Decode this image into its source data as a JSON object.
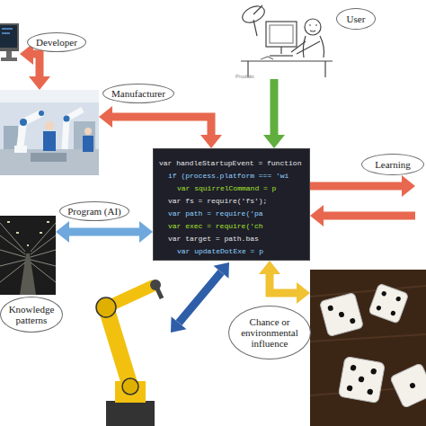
{
  "diagram": {
    "nodes": [
      {
        "text": [
          "Developer"
        ]
      },
      {
        "text": [
          "User"
        ]
      },
      {
        "text": [
          "Manufacturer"
        ]
      },
      {
        "text": [
          "var handleStartupEvent = function",
          "if (process.platform === 'wi",
          "var squirrelCommand = p",
          "var fs = require('fs');",
          "var path = require('pa",
          "var exec = require('ch",
          "var target = path.bas",
          "var updateDotExe = p"
        ]
      },
      {
        "text": [
          "Learning"
        ]
      },
      {
        "text": [
          "Knowledge patterns"
        ]
      },
      {
        "text": [
          "Chance or environmental influence"
        ]
      }
    ],
    "edges": [
      {
        "from": 0,
        "to": 2,
        "arrow": "both"
      },
      {
        "from": 3,
        "to": 2,
        "arrow": "both"
      },
      {
        "from": 1,
        "to": 3,
        "arrow": "to"
      },
      {
        "from": 3,
        "to": 4,
        "arrow": "to"
      },
      {
        "from": 4,
        "to": 3,
        "arrow": "to"
      },
      {
        "from": 5,
        "to": 3,
        "arrow": "both",
        "label": "Program (AI)"
      },
      {
        "from": 3,
        "to": 6,
        "arrow": "both"
      }
    ],
    "labels": [
      "Produkt"
    ]
  }
}
